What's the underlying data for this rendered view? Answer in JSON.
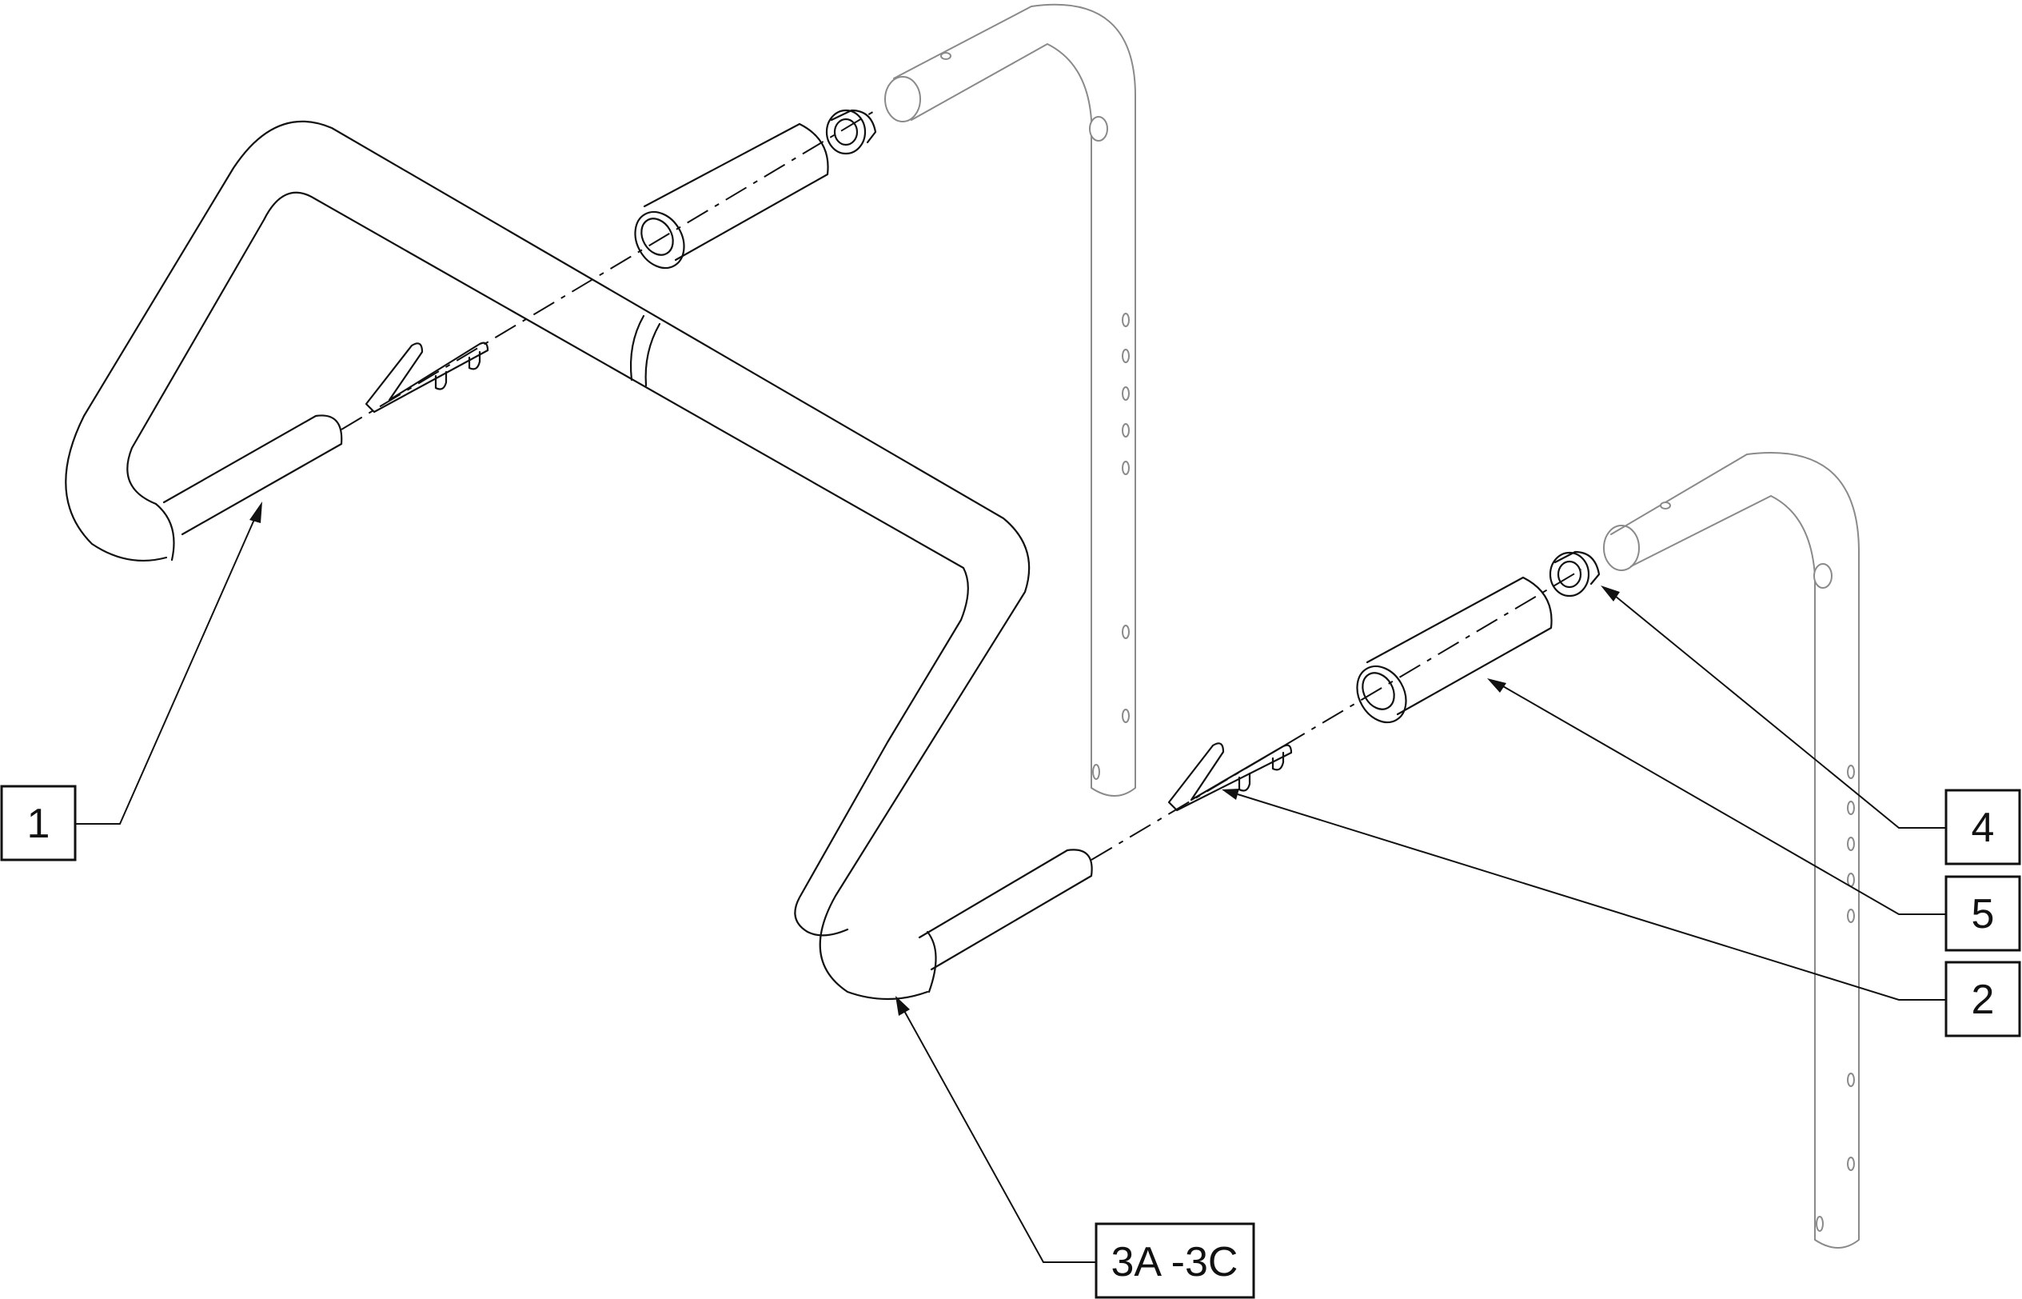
{
  "callouts": [
    {
      "id": "1",
      "label": "1"
    },
    {
      "id": "2",
      "label": "2"
    },
    {
      "id": "3",
      "label": "3A -3C"
    },
    {
      "id": "4",
      "label": "4"
    },
    {
      "id": "5",
      "label": "5"
    }
  ],
  "colors": {
    "ink": "#111111",
    "background_frame": "#8a8a8a",
    "paper": "#ffffff"
  }
}
